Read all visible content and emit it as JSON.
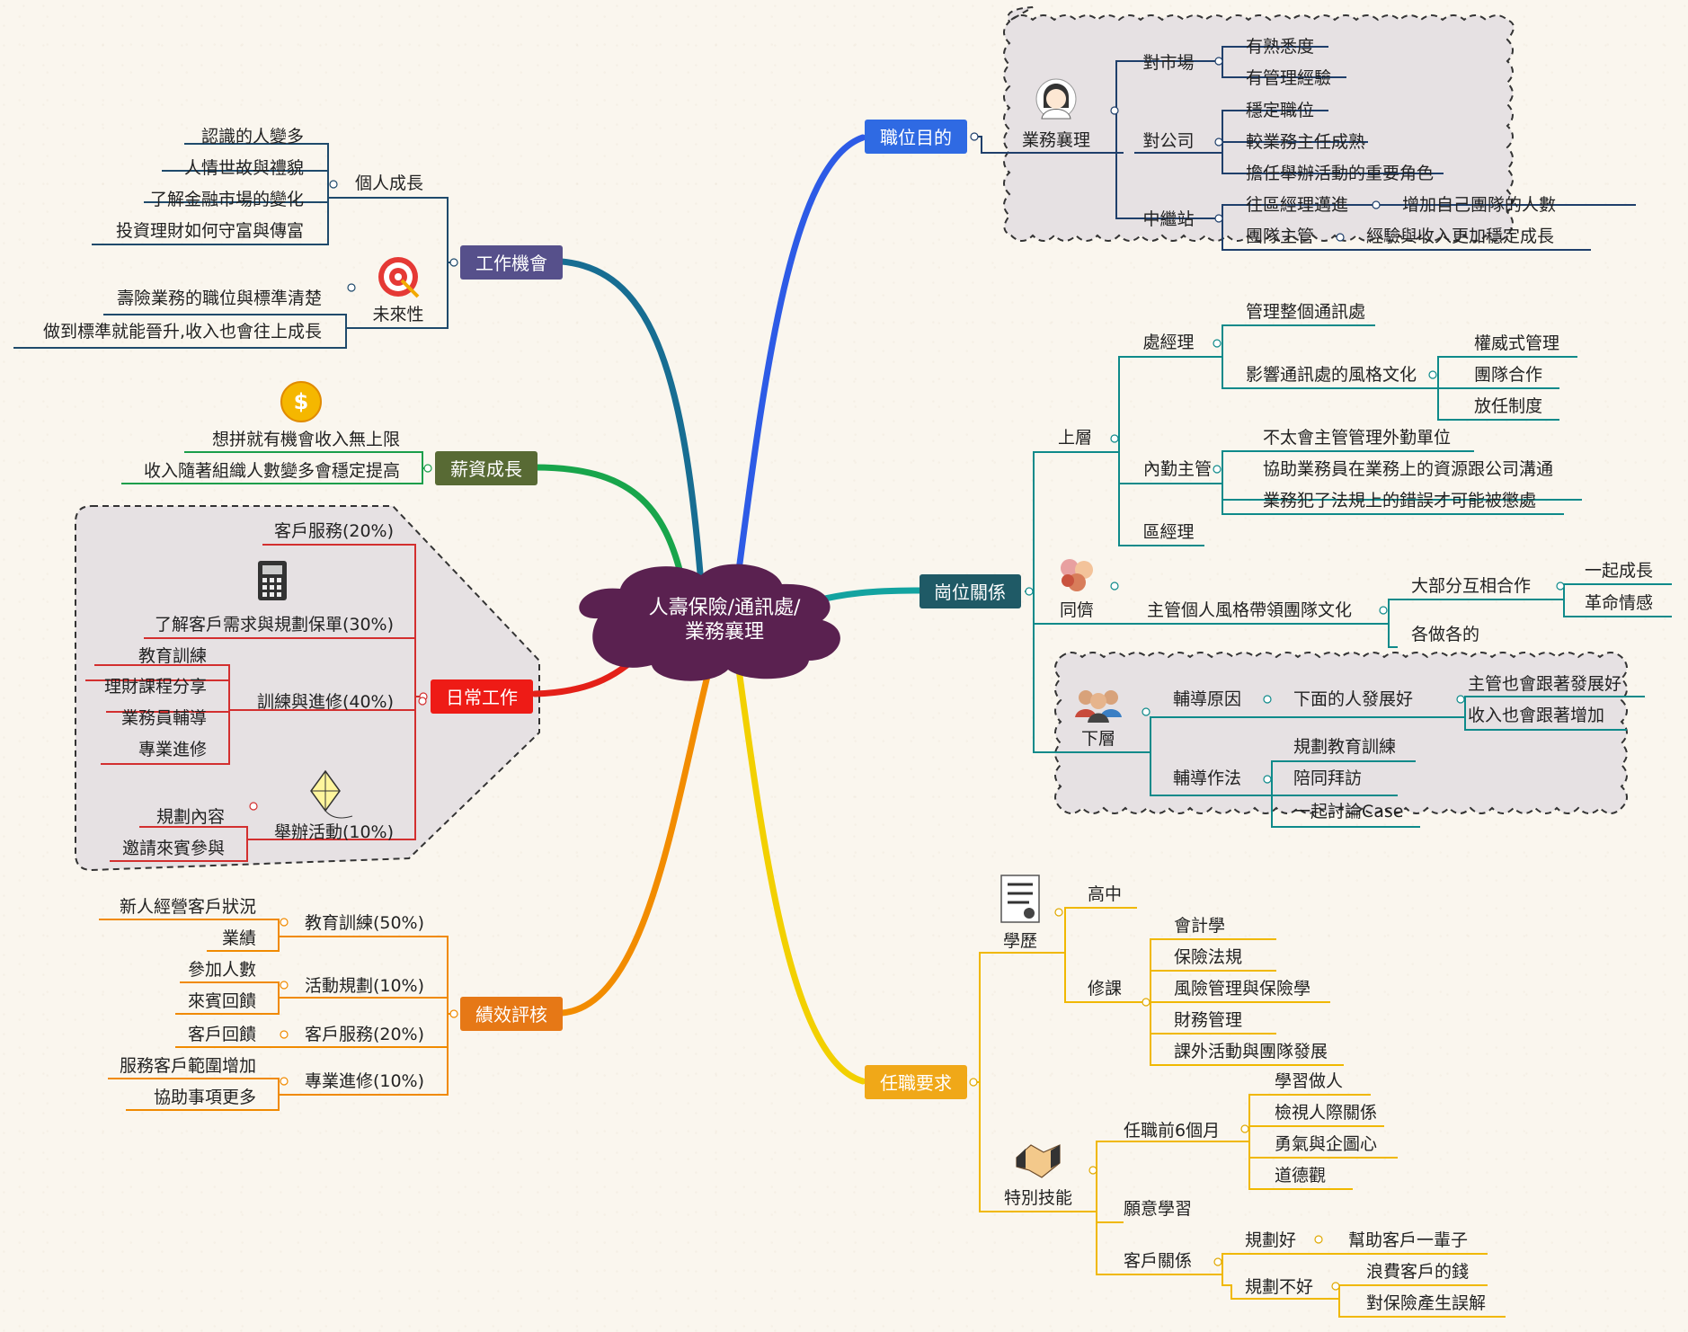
{
  "central": {
    "line1": "人壽保險/通訊處/",
    "line2": "業務襄理"
  },
  "colors": {
    "blue": "#2d5be6",
    "teal": "#0e7c86",
    "green": "#1a9e4a",
    "red": "#e0241b",
    "orange": "#f07c00",
    "yellow": "#f2c300",
    "navy": "#1f3f6b",
    "purple": "#5a3f8a",
    "central_fill": "#5a2150",
    "job_goal": "#2f6ae3",
    "relations": "#1f5a66",
    "work_opp": "#56508b",
    "salary": "#586a34",
    "daily": "#ee1b16",
    "perf": "#e67816",
    "req": "#f0a818"
  },
  "branches": {
    "job_goal": {
      "label": "職位目的",
      "role": "業務襄理",
      "market": {
        "label": "對市場",
        "items": [
          "有熟悉度",
          "有管理經驗"
        ]
      },
      "company": {
        "label": "對公司",
        "items": [
          "穩定職位",
          "較業務主任成熟",
          "擔任舉辦活動的重要角色"
        ]
      },
      "relay": {
        "label": "中繼站",
        "items": [
          {
            "label": "往區經理邁進",
            "sub": "增加自己團隊的人數"
          },
          {
            "label": "團隊主管",
            "sub": "經驗與收入更加穩定成長"
          }
        ]
      }
    },
    "relations": {
      "label": "崗位關係",
      "upper": {
        "label": "上層",
        "district_mgr": {
          "label": "處經理",
          "items": [
            "管理整個通訊處"
          ],
          "style": {
            "label": "影響通訊處的風格文化",
            "items": [
              "權威式管理",
              "團隊合作",
              "放任制度"
            ]
          }
        },
        "internal": {
          "label": "內勤主管",
          "items": [
            "不太會主管管理外勤單位",
            "協助業務員在業務上的資源跟公司溝通",
            "業務犯了法規上的錯誤才可能被懲處"
          ]
        },
        "regional": {
          "label": "區經理"
        }
      },
      "peer": {
        "label": "同儕",
        "culture": "主管個人風格帶領團隊文化",
        "coop": {
          "label": "大部分互相合作",
          "items": [
            "一起成長",
            "革命情感"
          ]
        },
        "separate": "各做各的"
      },
      "lower": {
        "label": "下層",
        "reason": {
          "label": "輔導原因",
          "sub": "下面的人發展好",
          "items": [
            "主管也會跟著發展好",
            "收入也會跟著增加"
          ]
        },
        "method": {
          "label": "輔導作法",
          "items": [
            "規劃教育訓練",
            "陪同拜訪",
            "一起討論Case"
          ]
        }
      }
    },
    "requirements": {
      "label": "任職要求",
      "education": {
        "label": "學歷",
        "highschool": "高中",
        "courses": {
          "label": "修課",
          "items": [
            "會計學",
            "保險法規",
            "風險管理與保險學",
            "財務管理",
            "課外活動與團隊發展"
          ]
        }
      },
      "skills": {
        "label": "特別技能",
        "first6": {
          "label": "任職前6個月",
          "items": [
            "學習做人",
            "檢視人際關係",
            "勇氣與企圖心",
            "道德觀"
          ]
        },
        "willing": "願意學習",
        "client": {
          "label": "客戶關係",
          "good": {
            "label": "規劃好",
            "sub": "幫助客戶一輩子"
          },
          "bad": {
            "label": "規劃不好",
            "items": [
              "浪費客戶的錢",
              "對保險產生誤解"
            ]
          }
        }
      }
    },
    "work_opp": {
      "label": "工作機會",
      "growth": {
        "label": "個人成長",
        "items": [
          "認識的人變多",
          "人情世故與禮貌",
          "了解金融市場的變化",
          "投資理財如何守富與傳富"
        ]
      },
      "future": {
        "label": "未來性",
        "items": [
          "壽險業務的職位與標準清楚",
          "做到標準就能晉升,收入也會往上成長"
        ]
      }
    },
    "salary": {
      "label": "薪資成長",
      "items": [
        "想拼就有機會收入無上限",
        "收入隨著組織人數變多會穩定提高"
      ]
    },
    "daily": {
      "label": "日常工作",
      "service": "客戶服務(20%)",
      "planning": "了解客戶需求與規劃保單(30%)",
      "training": {
        "label": "訓練與進修(40%)",
        "items": [
          "教育訓練",
          "理財課程分享",
          "業務員輔導",
          "專業進修"
        ]
      },
      "events": {
        "label": "舉辦活動(10%)",
        "items": [
          "規劃內容",
          "邀請來賓參與"
        ]
      }
    },
    "performance": {
      "label": "績效評核",
      "education": {
        "label": "教育訓練(50%)",
        "items": [
          "新人經營客戶狀況",
          "業績"
        ]
      },
      "activity": {
        "label": "活動規劃(10%)",
        "items": [
          "參加人數",
          "來賓回饋"
        ]
      },
      "service": {
        "label": "客戶服務(20%)",
        "items": [
          "客戶回饋"
        ]
      },
      "study": {
        "label": "專業進修(10%)",
        "items": [
          "服務客戶範圍增加",
          "協助事項更多"
        ]
      }
    }
  },
  "icons": [
    "woman-avatar-icon",
    "target-icon",
    "dollar-coin-icon",
    "calculator-icon",
    "kite-icon",
    "handshake-hands-icon",
    "team-people-icon",
    "certificate-icon",
    "handshake-icon"
  ]
}
